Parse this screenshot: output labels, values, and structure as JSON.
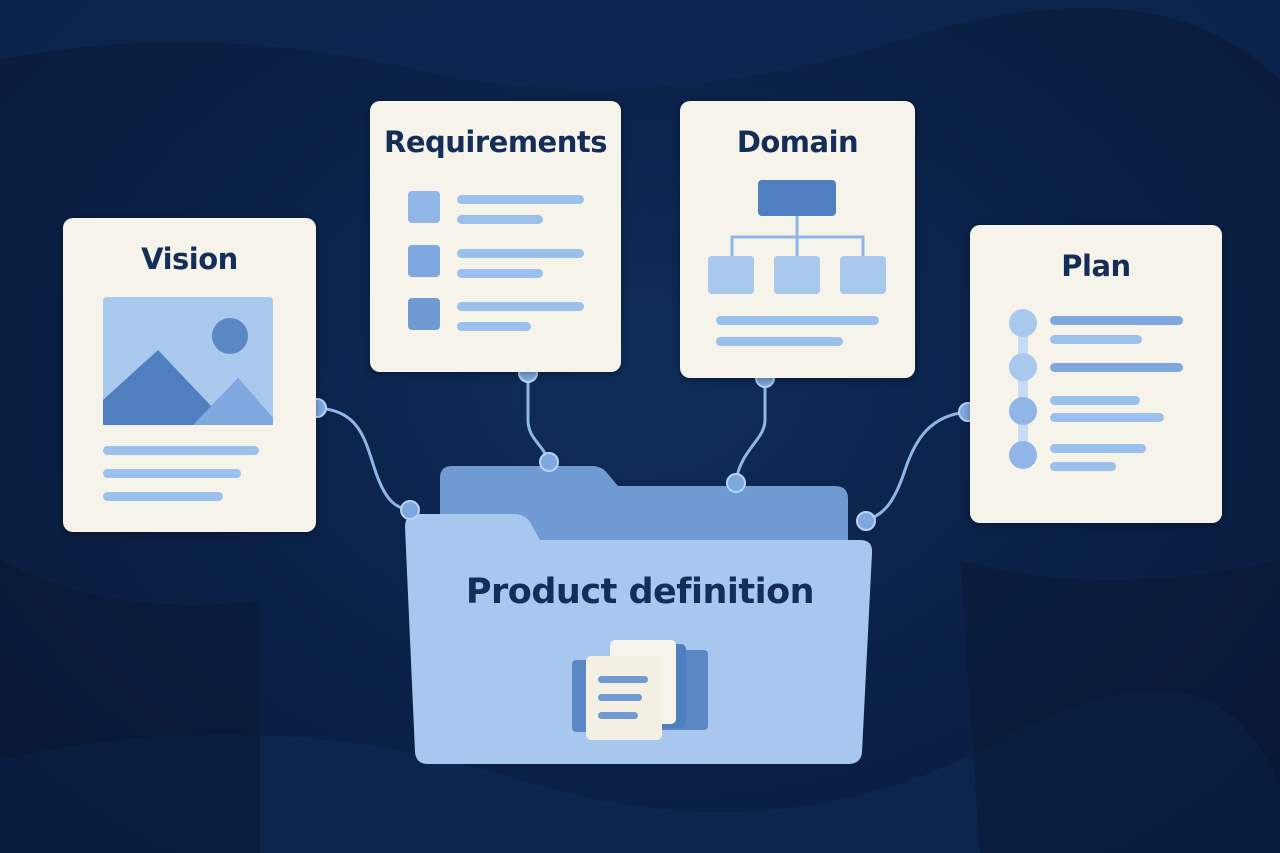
{
  "cards": {
    "vision": {
      "title": "Vision"
    },
    "requirements": {
      "title": "Requirements"
    },
    "domain": {
      "title": "Domain"
    },
    "plan": {
      "title": "Plan"
    }
  },
  "folder": {
    "title": "Product definition"
  },
  "colors": {
    "background": "#0b2249",
    "card": "#f6f3ea",
    "title_text": "#142e57",
    "accent_dark": "#4f7fbf",
    "accent_mid": "#7ea8de",
    "accent_light": "#a9c8ee",
    "folder_back": "#6f9bd2",
    "folder_front": "#a8c7ee",
    "connector": "#8fb6e6",
    "node": "#7ea9e0"
  },
  "icons": {
    "vision": "landscape-image-icon",
    "requirements": "checklist-icon",
    "domain": "hierarchy-diagram-icon",
    "plan": "timeline-icon",
    "folder": "documents-stack-icon"
  }
}
